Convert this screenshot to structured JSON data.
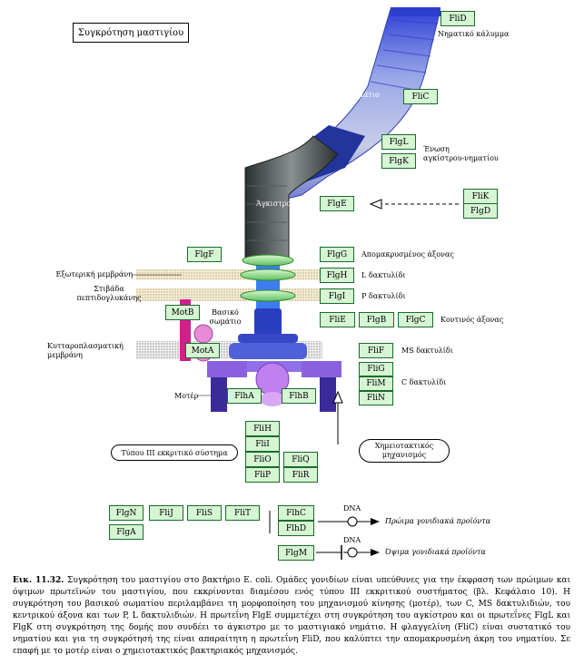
{
  "title": "Συγκρότηση μαστιγίου",
  "boxes": {
    "flid": "FliD",
    "flic": "FliC",
    "flgl": "FlgL",
    "flgk": "FlgK",
    "flik": "FliK",
    "flgd": "FlgD",
    "flge": "FlgE",
    "flgf": "FlgF",
    "flgg": "FlgG",
    "flgh": "FlgH",
    "flgi": "FlgI",
    "flie": "FliE",
    "flgb": "FlgB",
    "flgc": "FlgC",
    "motb": "MotB",
    "mota": "MotA",
    "flif": "FliF",
    "fliG": "FliG",
    "flim": "FliM",
    "flin": "FliN",
    "flha": "FlhA",
    "flhb": "FlhB",
    "flih": "FliH",
    "flii": "FliI",
    "flio": "FliO",
    "flip": "FliP",
    "fliq": "FliQ",
    "flir": "FliR",
    "flgn": "FlgN",
    "flij": "FliJ",
    "flis": "FliS",
    "flit": "FliT",
    "flga": "FlgA",
    "flhc": "FlhC",
    "flhd": "FlhD",
    "flgm": "FlgM"
  },
  "labels": {
    "filament_cap": "Νηματικό κάλυμμα",
    "filament": "Νημάτιο",
    "junction": "Ένωση\nαγκίστρου-νηματίου",
    "hook": "Άγκιστρο",
    "distal_rod": "Απομακρυσμένος άξονας",
    "outer_membrane": "Εξωτερική μεμβράνη",
    "l_ring": "L δακτυλίδι",
    "peptidoglycan": "Στιβάδα\nπεπτιδογλυκάνης",
    "p_ring": "P δακτυλίδι",
    "basal_body": "Βασικό\nσωμάτιο",
    "proximal_rod": "Κοντινός άξονας",
    "cytoplasmic_membrane": "Κυτταροπλασματική\nμεμβράνη",
    "ms_ring": "MS δακτυλίδι",
    "motor": "Μοτέρ",
    "c_ring": "C δακτυλίδι",
    "type3": "Τύπου ΙΙΙ εκκριτικό σύστημα",
    "chemotaxis": "Χημειοτακτικός\nμηχανισμός",
    "dna1": "DNA",
    "dna2": "DNA",
    "early": "Πρώιμα γονιδιακά προϊόντα",
    "late": "Όψιμα γονιδιακά προϊόντα"
  },
  "caption": {
    "fig": "Εικ. 11.32.",
    "text": "Συγκρότηση του μαστιγίου στο βακτήριο E. coli. Ομάδες γονιδίων είναι υπεύθυνες για την έκφραση των πρώιμων και όψιμων πρωτεϊνών του μαστιγίου, που εκκρίνονται διαμέσου ενός τύπου ΙΙΙ εκκριτικού συστήματος (βλ. Κεφάλαιο 10). Η συγκρότηση του βασικού σωματίου περιλαμβάνει τη μορφοποίηση του μηχανισμού κίνησης (μοτέρ), των C, MS δακτυλιδιών, του κεντρικού άξονα και των P, L δακτυλιδιών. Η πρωτεΐνη FlgE συμμετέχει στη συγκρότηση του αγκίστρου και οι πρωτεΐνες FlgL και FlgK στη συγκρότηση της δομής που συνδέει το άγκιστρο με το μαστιγιακό νημάτιο. Η φλαγγελίνη (FliC) είναι συστατικό του νηματίου και για τη συγκρότησή της είναι απαραίτητη η πρωτεΐνη FliD, που καλύπτει την απομακρυσμένη άκρη του νηματίου. Σε επαφή με το μοτέρ είναι ο χημειοτακτικός βακτηριακός μηχανισμός."
  },
  "colors": {
    "box_fill": "#d5f5d3",
    "box_border": "#1a6b2a",
    "ring_green": "#8fe08a",
    "purple": "#7b3fd0",
    "navy": "#2a2fa8",
    "pink": "#e070c8"
  }
}
